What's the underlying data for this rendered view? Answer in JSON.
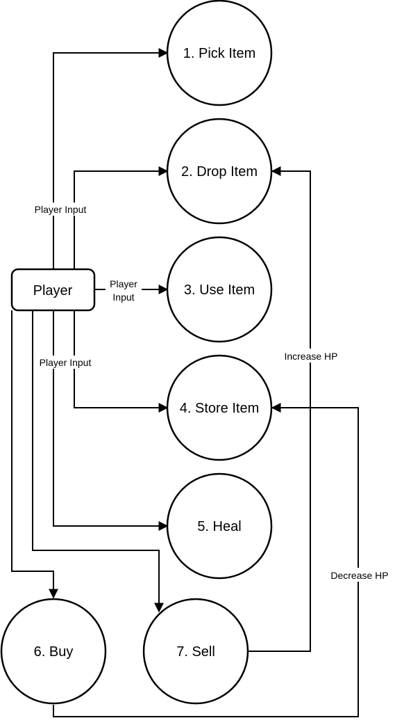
{
  "nodes": {
    "player": "Player",
    "pick_item": "1. Pick Item",
    "drop_item": "2. Drop Item",
    "use_item": "3. Use Item",
    "store_item": "4. Store Item",
    "heal": "5. Heal",
    "buy": "6. Buy",
    "sell": "7. Sell"
  },
  "edge_labels": {
    "player_input_top": "Player Input",
    "player_input_mid_line1": "Player",
    "player_input_mid_line2": "Input",
    "player_input_bottom": "Player Input",
    "increase_hp": "Increase HP",
    "decrease_hp": "Decrease HP"
  },
  "colors": {
    "stroke": "#000000",
    "background": "#ffffff"
  }
}
